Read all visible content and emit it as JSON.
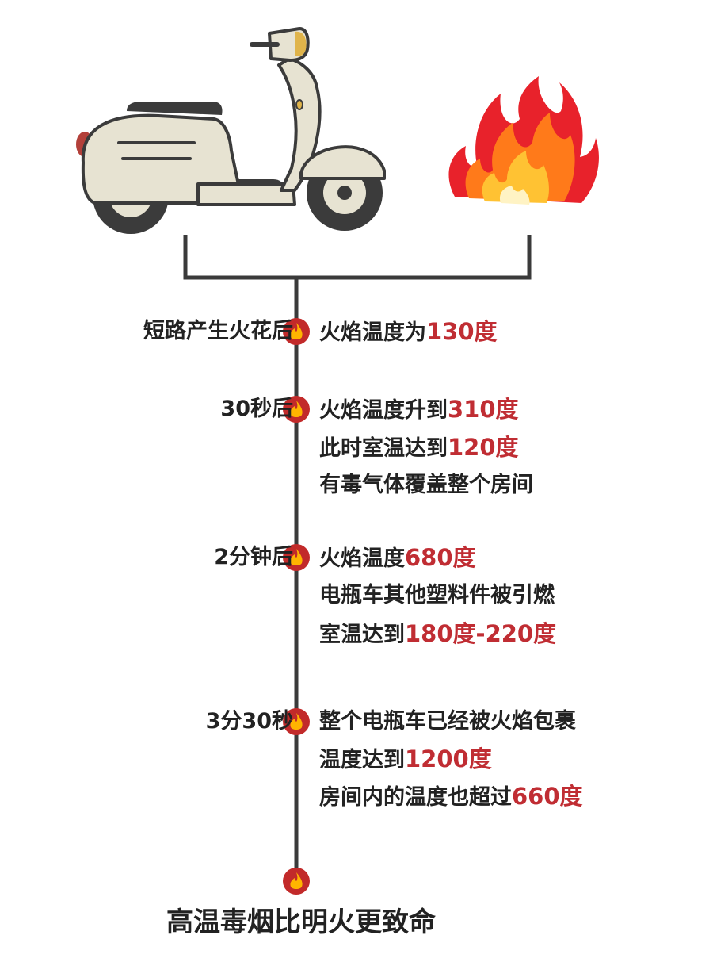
{
  "illustrations": {
    "scooter": "scooter-illustration",
    "fire": "fire-illustration",
    "marker_icon": "flame-icon"
  },
  "colors": {
    "line": "#3a3a3a",
    "highlight": "#c02d33",
    "marker_fill": "#c22a2a",
    "marker_flame": "#ffb400",
    "text": "#222222"
  },
  "timeline": [
    {
      "time": "短路产生火花后",
      "lines": [
        {
          "text": "火焰温度为",
          "highlight": "130度"
        }
      ]
    },
    {
      "time": "30秒后",
      "lines": [
        {
          "text": "火焰温度升到",
          "highlight": "310度"
        },
        {
          "text": "此时室温达到",
          "highlight": "120度"
        },
        {
          "text": "有毒气体覆盖整个房间",
          "highlight": ""
        }
      ]
    },
    {
      "time": "2分钟后",
      "lines": [
        {
          "text": "火焰温度",
          "highlight": "680度"
        },
        {
          "text": "电瓶车其他塑料件被引燃",
          "highlight": ""
        },
        {
          "text": "室温达到",
          "highlight": "180度-220度"
        }
      ]
    },
    {
      "time": "3分30秒",
      "lines": [
        {
          "text": "整个电瓶车已经被火焰包裹",
          "highlight": ""
        },
        {
          "text": "温度达到",
          "highlight": "1200度"
        },
        {
          "text": "房间内的温度也超过",
          "highlight": "660度"
        }
      ]
    }
  ],
  "conclusion": "高温毒烟比明火更致命"
}
